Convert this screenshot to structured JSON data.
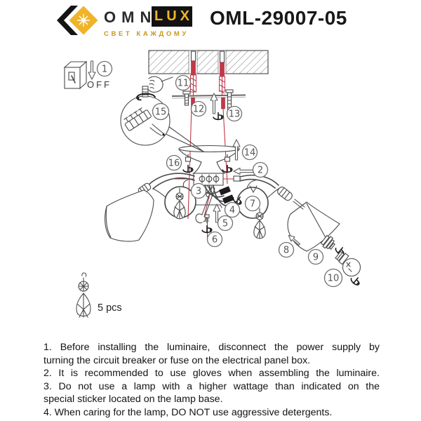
{
  "header": {
    "brand_omni": "OMNI",
    "brand_lux": "LUX",
    "tagline": "СВЕТ КАЖДОМУ",
    "model": "OML-29007-05"
  },
  "colors": {
    "accent_gold": "#F0B428",
    "brand_black": "#121212",
    "diagram_red": "#C23848",
    "line_gray": "#4a4a4a"
  },
  "diagram": {
    "off_label": "OFF",
    "pcs_label": "5 pcs",
    "callouts": [
      "1",
      "2",
      "3",
      "4",
      "5",
      "6",
      "7",
      "8",
      "9",
      "10",
      "11",
      "12",
      "13",
      "14",
      "15",
      "16"
    ]
  },
  "instructions": {
    "lines": [
      "1. Before installing the luminaire, disconnect the power supply by",
      "turning the circuit breaker or fuse on the electrical panel box.",
      "2. It is recommended to use gloves when assembling the luminaire.",
      "3. Do not use a lamp with a higher wattage than indicated on the",
      "special sticker located on the lamp base.",
      "4. When caring for the lamp, DO NOT use aggressive detergents."
    ]
  }
}
